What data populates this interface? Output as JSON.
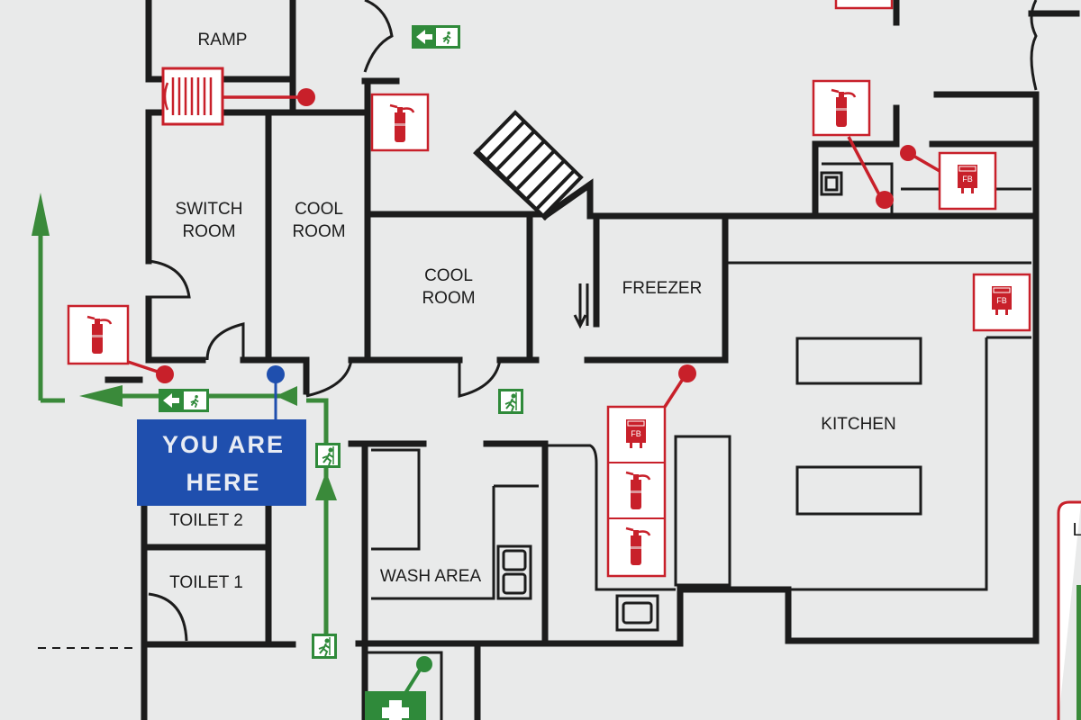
{
  "map": {
    "rooms": {
      "ramp": "RAMP",
      "switch_room": [
        "SWITCH",
        "ROOM"
      ],
      "cool_room_1": [
        "COOL",
        "ROOM"
      ],
      "cool_room_2": [
        "COOL",
        "ROOM"
      ],
      "freezer": "FREEZER",
      "kitchen": "KITCHEN",
      "toilet_2": "TOILET 2",
      "toilet_1": "TOILET 1",
      "wash_area": "WASH AREA"
    },
    "you_are_here": [
      "YOU ARE",
      "HERE"
    ],
    "fire_blanket_code": "FB",
    "legend_partial_letter": "L",
    "colors": {
      "wall": "#1c1c1c",
      "exit_green": "#3a8a3a",
      "fire_red": "#c8202a",
      "you_are_here_blue": "#1f4fae",
      "background": "#e9eaea"
    },
    "icons": [
      "fire-extinguisher-icon",
      "fire-blanket-icon",
      "fire-hose-reel-icon",
      "emergency-exit-icon",
      "first-aid-icon",
      "stairs-icon"
    ]
  }
}
